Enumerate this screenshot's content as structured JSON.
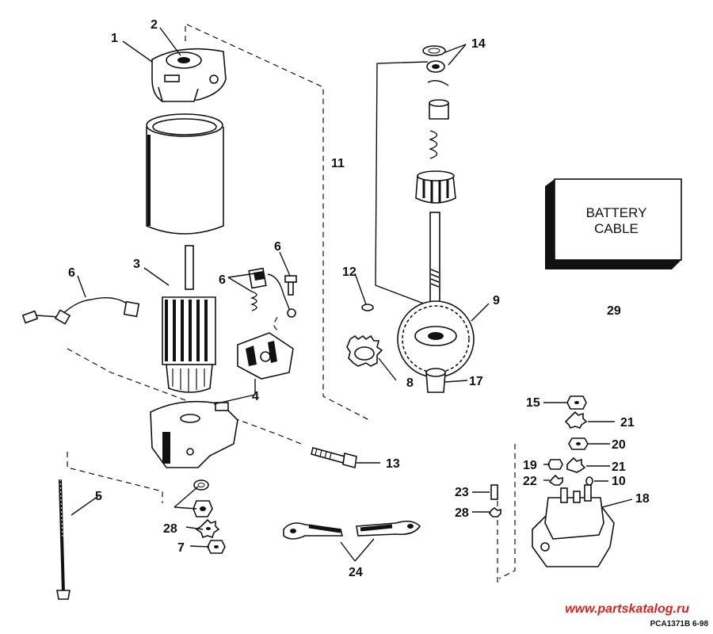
{
  "callouts": [
    "1",
    "2",
    "3",
    "4",
    "5",
    "6",
    "6",
    "6",
    "7",
    "8",
    "9",
    "10",
    "11",
    "12",
    "13",
    "14",
    "15",
    "17",
    "18",
    "19",
    "20",
    "21",
    "21",
    "22",
    "23",
    "24",
    "28",
    "28",
    "29"
  ],
  "battery_cable": {
    "line1": "BATTERY",
    "line2": "CABLE"
  },
  "diagram_code": "PCA1371B  6-98",
  "watermark": "www.partskatalog.ru",
  "icons": [
    "motor-frame-icon",
    "armature-icon",
    "brush-plate-icon",
    "drive-assembly-icon",
    "solenoid-icon",
    "battery-cable-icon"
  ]
}
